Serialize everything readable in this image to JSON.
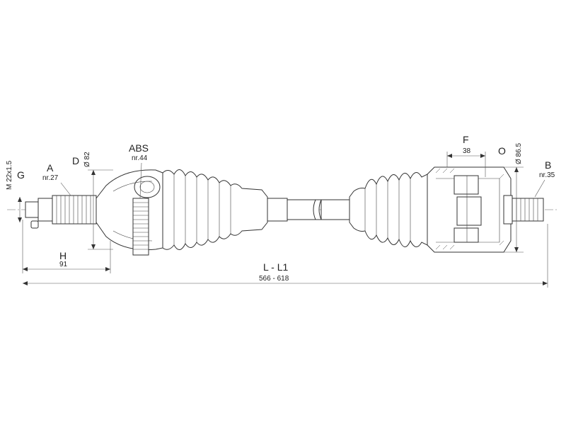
{
  "labels": {
    "G": "G",
    "M": "M 22x1.5",
    "A": "A",
    "A_nr": "nr.27",
    "D": "D",
    "D_dia": "Ø 82",
    "ABS": "ABS",
    "ABS_nr": "nr.44",
    "H": "H",
    "H_val": "91",
    "L": "L - L1",
    "L_val": "566 - 618",
    "F": "F",
    "F_val": "38",
    "O": "O",
    "O_dia": "Ø 86.5",
    "B": "B",
    "B_nr": "nr.35"
  }
}
